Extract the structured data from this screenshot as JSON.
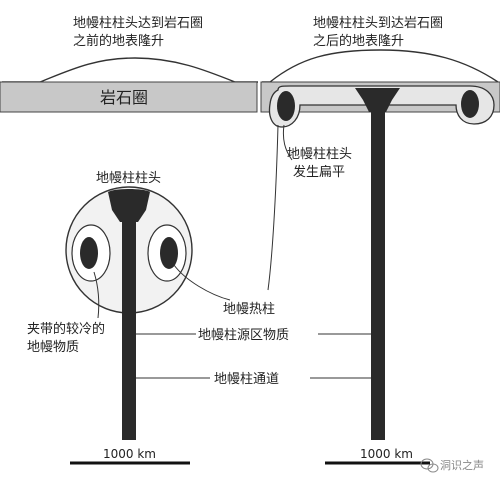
{
  "labels": {
    "uplift_before_line1": "地幔柱柱头达到岩石圈",
    "uplift_before_line2": "之前的地表隆升",
    "uplift_after_line1": "地幔柱柱头到达岩石圈",
    "uplift_after_line2": "之后的地表隆升",
    "lithosphere": "岩石圈",
    "plume_head_flatten_line1": "地幔柱柱头",
    "plume_head_flatten_line2": "发生扁平",
    "plume_head": "地幔柱柱头",
    "thermal_plume": "地幔热柱",
    "entrained_mantle_line1": "夹带的较冷的",
    "entrained_mantle_line2": "地幔物质",
    "plume_source": "地幔柱源区物质",
    "plume_conduit": "地幔柱通道",
    "scale_left": "1000 km",
    "scale_right": "1000 km"
  },
  "watermark": {
    "text": "洞识之声",
    "icon": "wechat-icon"
  },
  "colors": {
    "lithosphere_fill": "#c8c8c8",
    "plume": "#2a2a2a",
    "line": "#333333"
  }
}
